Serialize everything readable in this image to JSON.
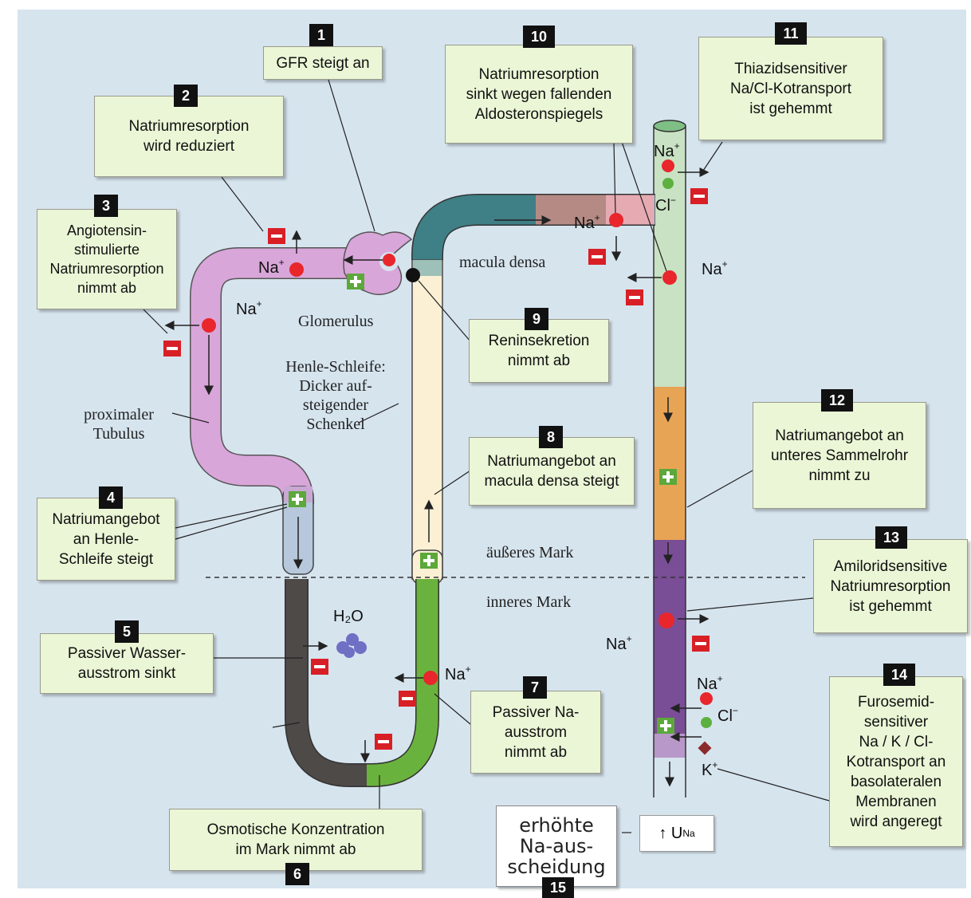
{
  "numbers": [
    "1",
    "2",
    "3",
    "4",
    "5",
    "6",
    "7",
    "8",
    "9",
    "10",
    "11",
    "12",
    "13",
    "14",
    "15"
  ],
  "boxes": {
    "b1": [
      "GFR steigt an"
    ],
    "b2": [
      "Natriumresorption",
      "wird reduziert"
    ],
    "b3": [
      "Angiotensin-",
      "stimulierte",
      "Natriumresorption",
      "nimmt ab"
    ],
    "b4": [
      "Natriumangebot",
      "an Henle-",
      "Schleife steigt"
    ],
    "b5": [
      "Passiver Wasser-",
      "ausstrom sinkt"
    ],
    "b6": [
      "Osmotische Konzentration",
      "im Mark nimmt ab"
    ],
    "b7": [
      "Passiver Na-",
      "ausstrom",
      "nimmt ab"
    ],
    "b8": [
      "Natriumangebot an",
      "macula densa steigt"
    ],
    "b9": [
      "Reninsekretion",
      "nimmt ab"
    ],
    "b10": [
      "Natriumresorption",
      "sinkt wegen fallenden",
      "Aldosteronspiegels"
    ],
    "b11": [
      "Thiazidsensitiver",
      "Na/Cl-Kotransport",
      "ist gehemmt"
    ],
    "b12": [
      "Natriumangebot an",
      "unteres Sammelrohr",
      "nimmt zu"
    ],
    "b13": [
      "Amiloridsensitive",
      "Natriumresorption",
      "ist gehemmt"
    ],
    "b14": [
      "Furosemid-",
      "sensitiver",
      "Na / K / Cl-",
      "Kotransport an",
      "basolateralen",
      "Membranen",
      "wird angeregt"
    ],
    "b15": [
      "erhöhte",
      "Na-aus-",
      "scheidung"
    ]
  },
  "labels": {
    "macula_densa": "macula densa",
    "glomerulus": "Glomerulus",
    "henle": [
      "Henle-Schleife:",
      "Dicker auf-",
      "steigender",
      "Schenkel"
    ],
    "proximal": [
      "proximaler",
      "Tubulus"
    ],
    "outer_medulla": "äußeres Mark",
    "inner_medulla": "inneres Mark",
    "water": "H₂O",
    "u_na": "U",
    "u_na_sub": "Na"
  },
  "ions": {
    "na": "Na",
    "cl": "Cl",
    "k": "K",
    "plus": "+",
    "minus": "−"
  },
  "colors": {
    "background": "#d6e4ee",
    "box_fill": "#eaf6d6",
    "proximal_tubule": "#d9a6d9",
    "descending_thin": "#4e4a48",
    "ascending_thin": "#6ab23e",
    "thick_ascending": "#fbf0d4",
    "distal_tubule": "#3f7f86",
    "collecting_duct_upper": "#c9e2c4",
    "collecting_duct_middle": "#e8a455",
    "collecting_duct_lower": "#7a4e96",
    "sodium_dot": "#e8262c",
    "chloride_dot": "#5cb040",
    "minus_badge": "#d81f26",
    "plus_badge": "#5ca83a"
  }
}
